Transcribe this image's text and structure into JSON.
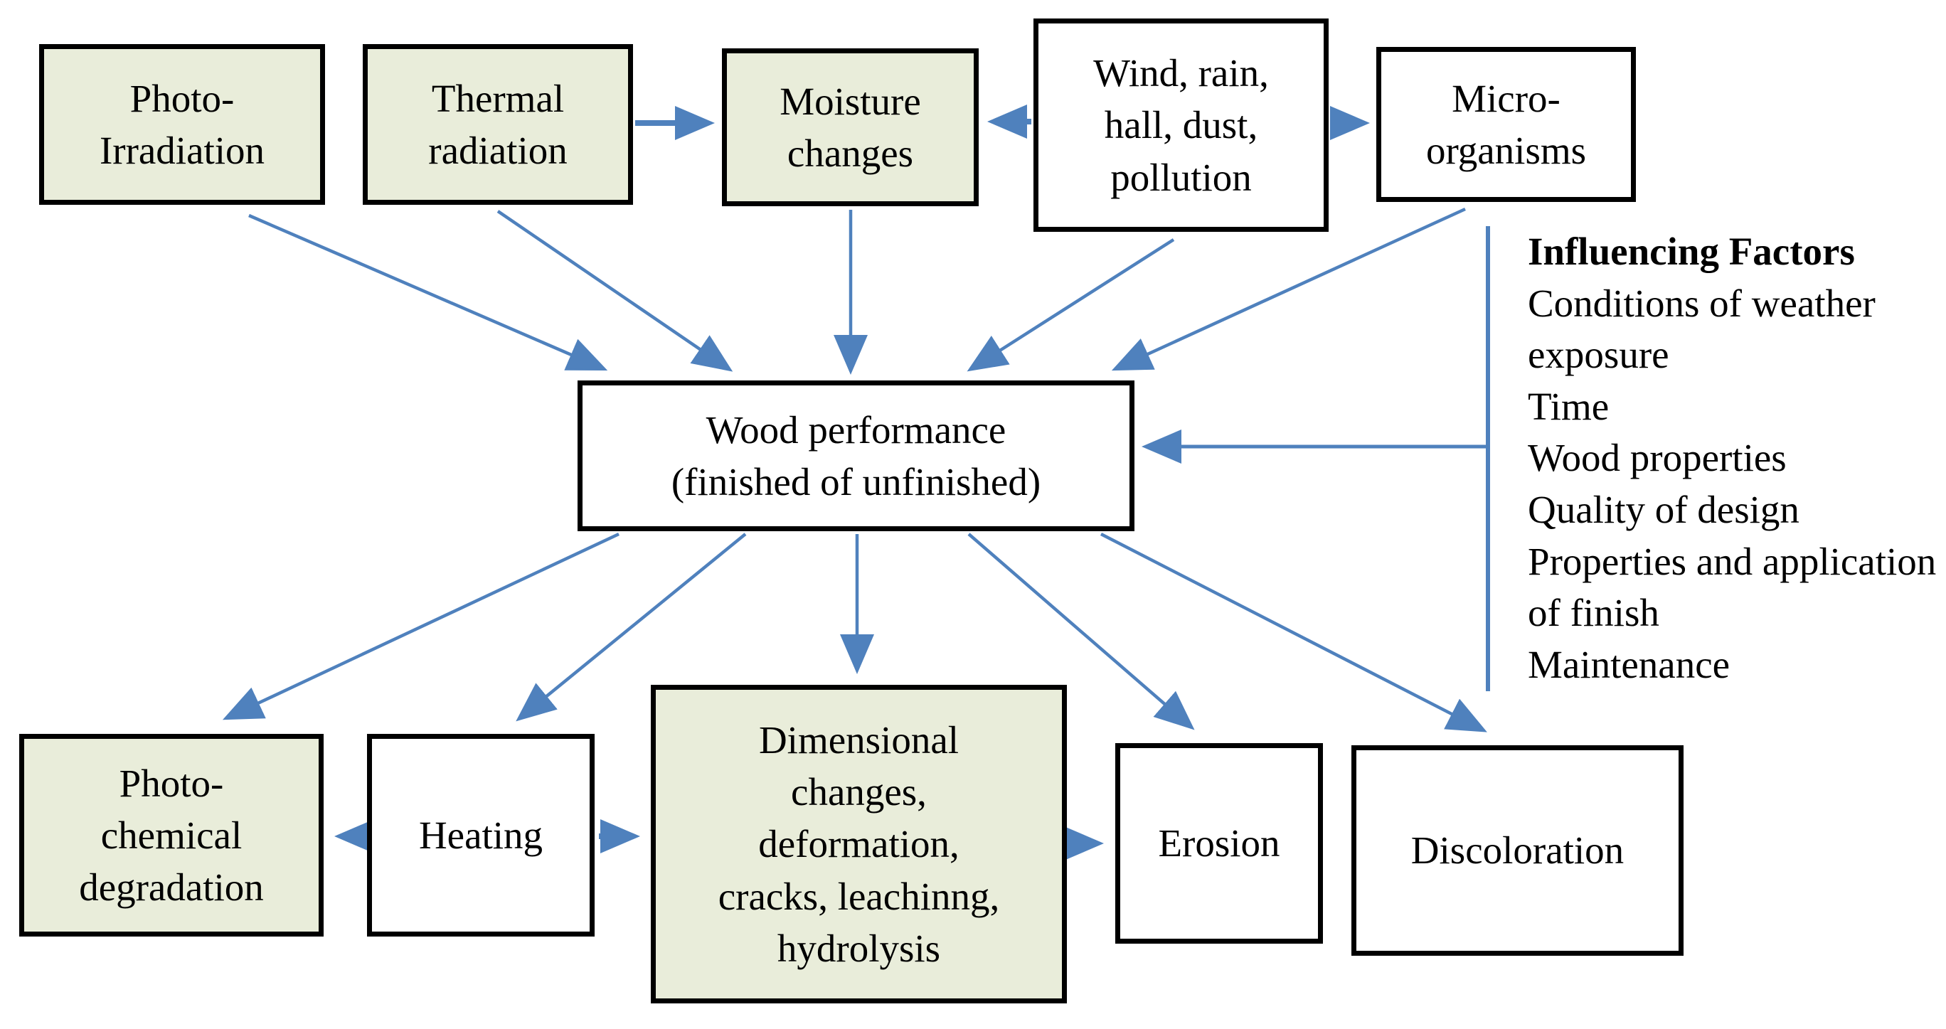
{
  "colors": {
    "box_fill_green": "#E9EDDA",
    "box_fill_white": "#FFFFFF",
    "box_border": "#000000",
    "arrow_blue": "#4F81BD",
    "text": "#000000",
    "background": "#FFFFFF"
  },
  "boxes": {
    "photo_irradiation": "Photo-\nIrradiation",
    "thermal_radiation": "Thermal\nradiation",
    "moisture_changes": "Moisture\nchanges",
    "wind_rain_hall_dust_pollution": "Wind, rain,\nhall, dust,\npollution",
    "micro_organisms": "Micro-\norganisms",
    "wood_performance": "Wood performance\n(finished of unfinished)",
    "photo_chemical_degradation": "Photo-\nchemical\ndegradation",
    "heating": "Heating",
    "dimensional_changes": "Dimensional\nchanges,\ndeformation,\ncracks, leachinng,\nhydrolysis",
    "erosion": "Erosion",
    "discoloration": "Discoloration"
  },
  "influencing_factors": {
    "title": "Influencing Factors",
    "items": [
      "Conditions of weather exposure",
      "Time",
      "Wood properties",
      "Quality of design",
      "Properties and application of finish",
      "Maintenance"
    ]
  }
}
